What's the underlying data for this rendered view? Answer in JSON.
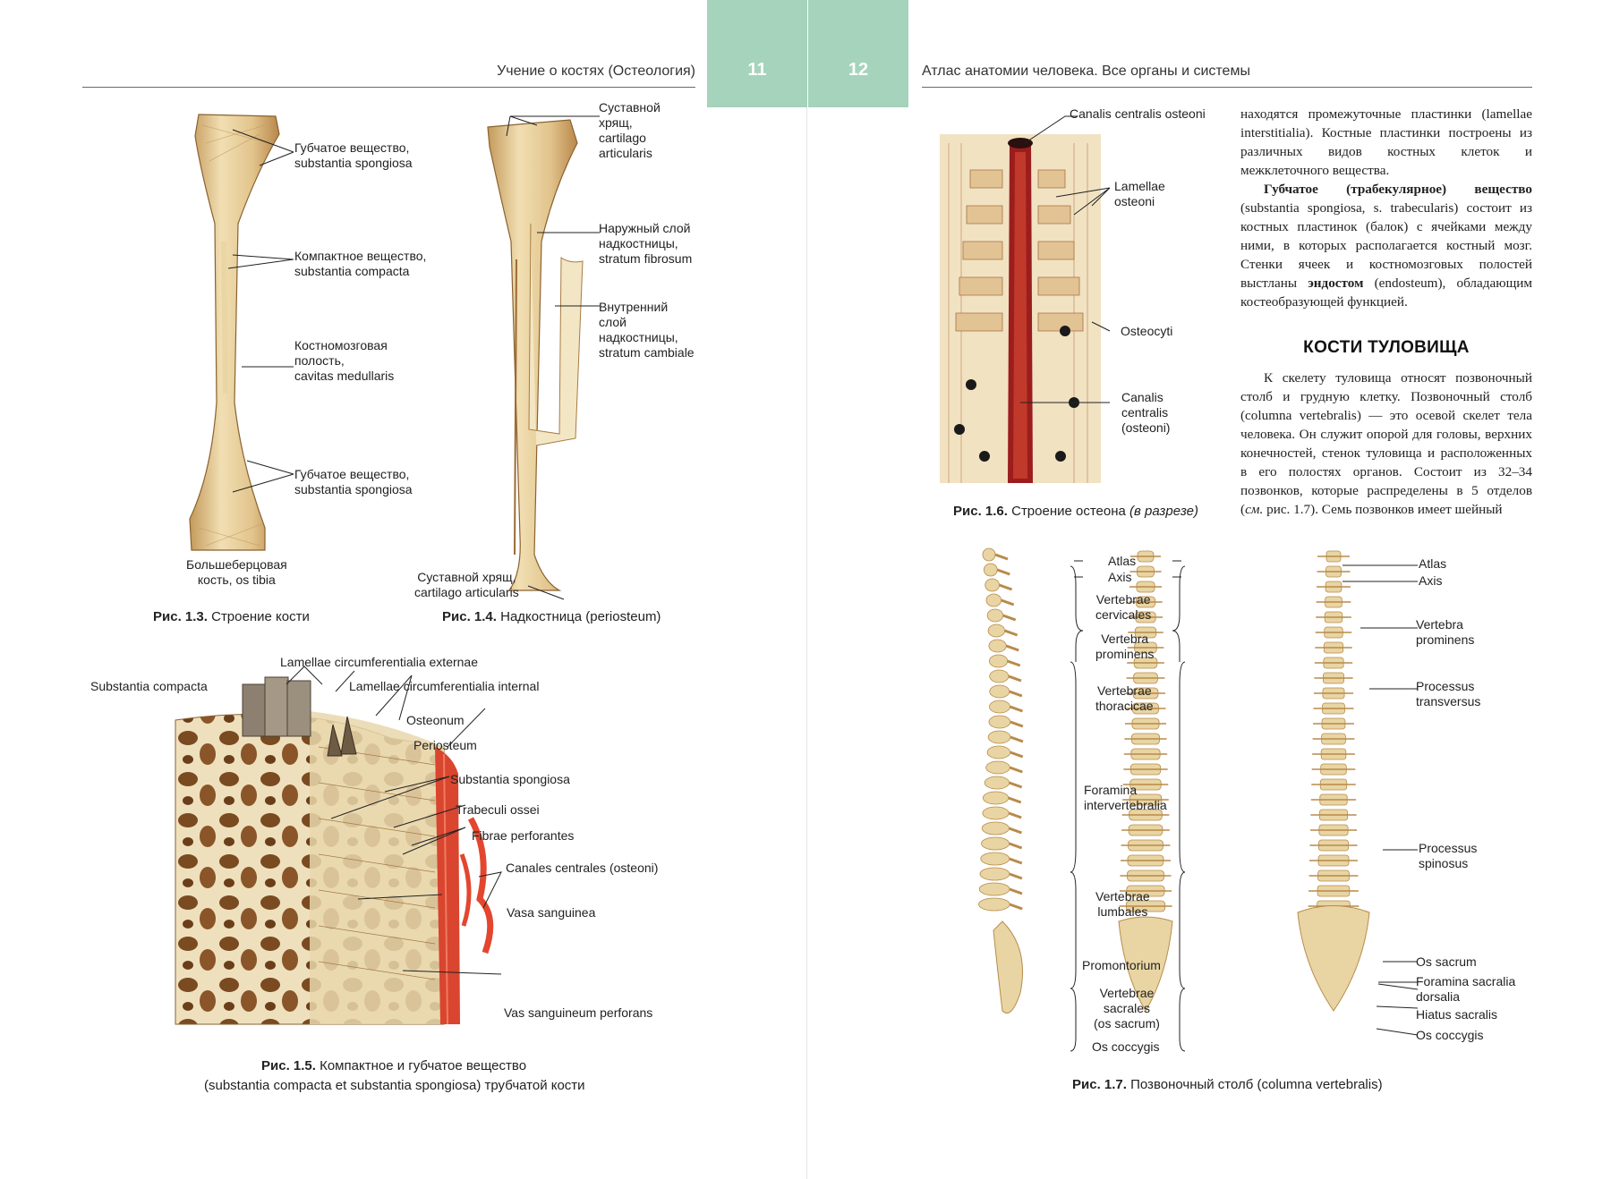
{
  "left_page": {
    "running_head": "Учение о костях (Остеология)",
    "page_number": "11",
    "fig_1_3": {
      "labels": [
        "Губчатое вещество,\nsubstantia spongiosa",
        "Компактное вещество,\nsubstantia compacta",
        "Костномозговая\nполость,\ncavitas medullaris",
        "Губчатое вещество,\nsubstantia spongiosa",
        "Большеберцовая\nкость, os tibia"
      ],
      "caption_num": "Рис. 1.3.",
      "caption_text": " Строение кости"
    },
    "fig_1_4": {
      "labels": [
        "Суставной\nхрящ,\ncartilago\narticularis",
        "Наружный слой\nнадкостницы,\nstratum fibrosum",
        "Внутренний\nслой\nнадкостницы,\nstratum cambiale",
        "Суставной хрящ,\ncartilago articularis"
      ],
      "caption_num": "Рис. 1.4.",
      "caption_text": " Надкостница (periosteum)"
    },
    "fig_1_5": {
      "labels": [
        "Substantia compacta",
        "Lamellae circumferentialia externae",
        "Lamellae circumferentialia internal",
        "Osteonum",
        "Periosteum",
        "Substantia spongiosa",
        "Trabeculi ossei",
        "Fibrae perforantes",
        "Canales centrales (osteoni)",
        "Vasa sanguinea",
        "Vas sanguineum perforans"
      ],
      "caption_num": "Рис. 1.5.",
      "caption_text_1": " Компактное и губчатое вещество",
      "caption_text_2": "(substantia compacta et substantia spongiosa) трубчатой кости"
    }
  },
  "right_page": {
    "running_head": "Атлас анатомии человека. Все органы и системы",
    "page_number": "12",
    "fig_1_6": {
      "labels": [
        "Canalis centralis osteoni",
        "Lamellae\nosteoni",
        "Osteocyti",
        "Canalis\ncentralis\n(osteoni)"
      ],
      "caption_num": "Рис. 1.6.",
      "caption_text": " Строение остеона ",
      "caption_italic": "(в разрезе)"
    },
    "text": {
      "para1": "находятся промежуточные пластинки (lamellae interstitialia). Костные пластинки построены из различных видов костных клеток и межклеточного вещества.",
      "para2_bold": "Губчатое (трабекулярное) вещество",
      "para2_a": " (substantia spongiosa, s. trabecularis) состоит из костных пластинок (балок) с ячейками между ними, в которых располагается костный мозг. Стенки ячеек и костномозговых полостей выстланы ",
      "para2_bold2": "эндостом",
      "para2_b": " (endosteum), обладающим костеобразующей функцией.",
      "heading": "КОСТИ ТУЛОВИЩА",
      "para3_a": "К скелету туловища относят позвоночный столб и грудную клетку. Позвоночный столб (columna vertebralis) — это осевой скелет тела человека. Он служит опорой для головы, верхних конечностей, стенок туловища и расположенных в его полостях органов. Состоит из 32–34 позвонков, которые распределены в 5 отделов (",
      "para3_italic": "см.",
      "para3_b": " рис. 1.7). Семь позвонков имеет шейный"
    },
    "fig_1_7": {
      "center_labels": [
        "Atlas",
        "Axis",
        "Vertebrae\ncervicales",
        "Vertebra\nprominens",
        "Vertebrae\nthoracicae",
        "Foramina\nintervertebralia",
        "Vertebrae\nlumbales",
        "Promontorium",
        "Vertebrae\nsacrales\n(os sacrum)",
        "Os coccygis"
      ],
      "right_labels": [
        "Atlas",
        "Axis",
        "Vertebra\nprominens",
        "Processus\ntransversus",
        "Processus\nspinosus",
        "Os sacrum",
        "Foramina sacralia\ndorsalia",
        "Hiatus sacralis",
        "Os coccygis"
      ],
      "caption_num": "Рис. 1.7.",
      "caption_text": " Позвоночный столб (columna vertebralis)"
    }
  },
  "colors": {
    "tab": "#a5d3bb",
    "bone": "#e8d5a3",
    "bone_dark": "#b88a4a",
    "marrow_red": "#c0392b"
  }
}
